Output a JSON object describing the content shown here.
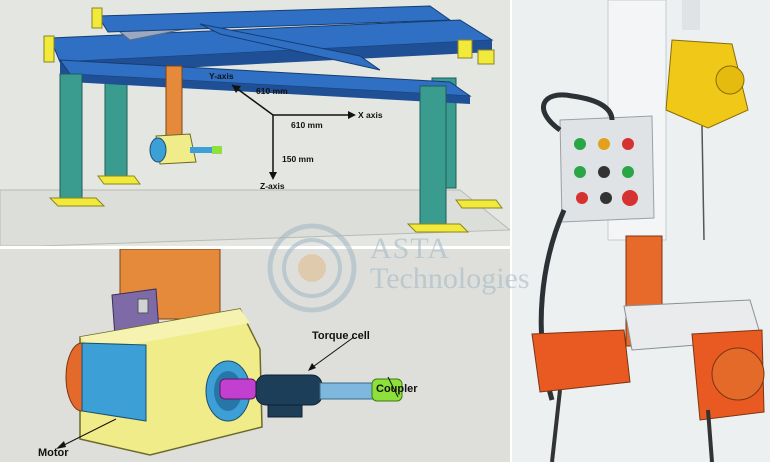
{
  "top_panel": {
    "axes": {
      "y_axis_label": "Y-axis",
      "y_distance": "610 mm",
      "x_distance": "610 mm",
      "x_axis_label": "X axis",
      "z_distance": "150 mm",
      "z_axis_label": "Z-axis"
    }
  },
  "bottom_panel": {
    "labels": {
      "torque_cell": "Torque cell",
      "coupler": "Coupler",
      "motor": "Motor"
    }
  },
  "watermark": {
    "line1": "ASTA",
    "line2": "Technologies"
  },
  "colors": {
    "beam_blue": "#2f6fc4",
    "column_teal": "#3a9c8e",
    "base_yellow": "#f2ea3a",
    "arm_orange": "#e58a3a",
    "motor_orange": "#e36a2a",
    "housing_yellow": "#f0ec8a",
    "motor_blue": "#3c9fd6",
    "coupler_green": "#8ee03a",
    "shaft_magenta": "#c23fd0",
    "control_box": "#dfe3e6",
    "balancer_yellow": "#f0c818"
  }
}
